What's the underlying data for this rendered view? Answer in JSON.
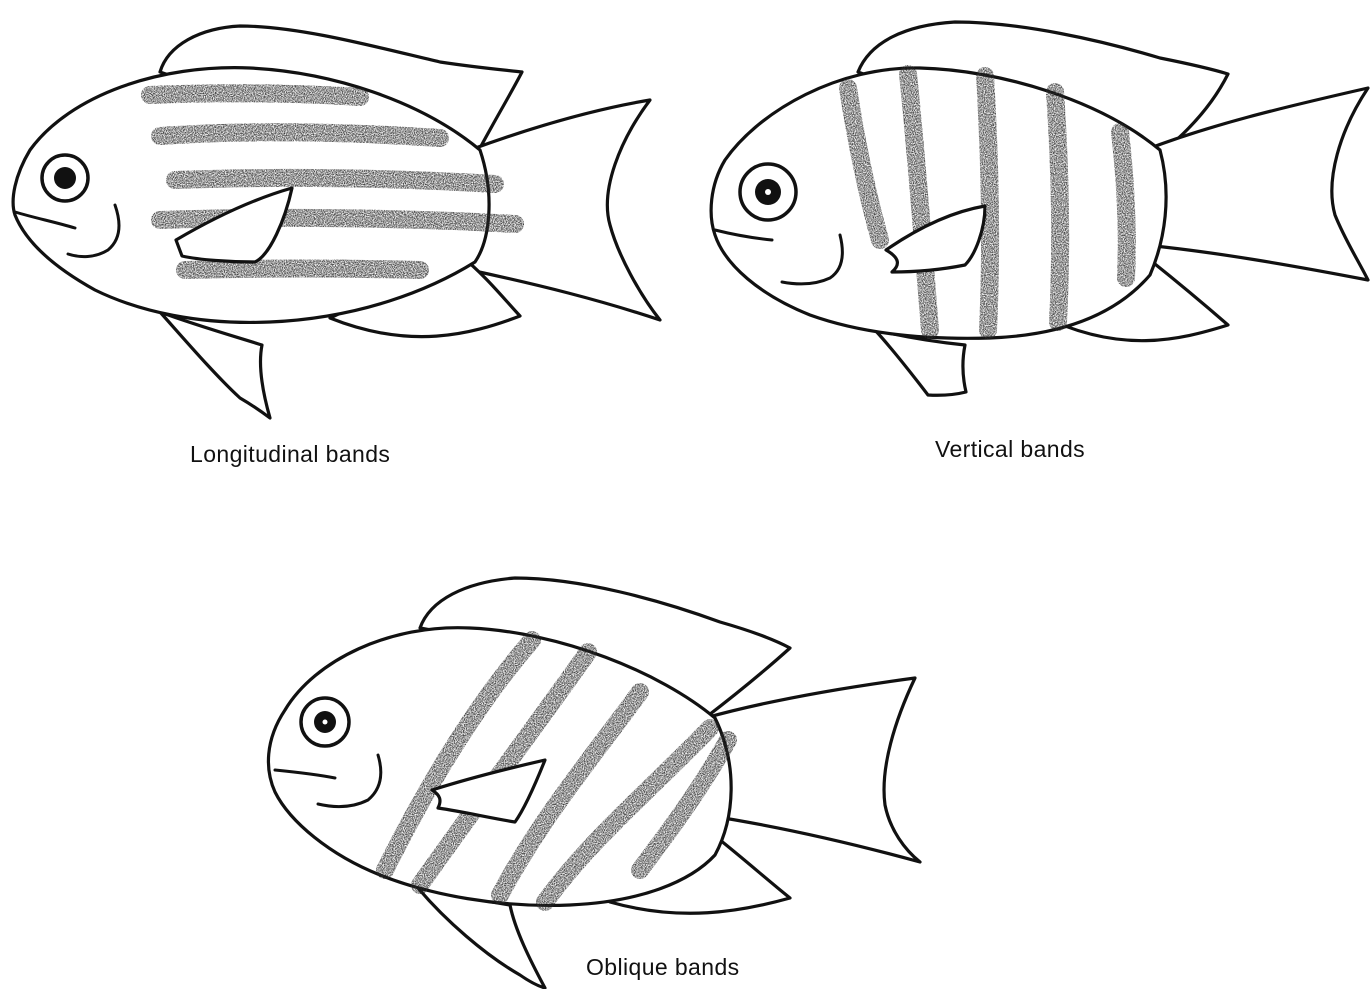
{
  "figure": {
    "colors": {
      "ink": "#111111",
      "band": "#2a2a2a",
      "background": "#ffffff"
    },
    "fish": [
      {
        "id": "longitudinal",
        "caption": "Longitudinal bands",
        "band_direction": "longitudinal",
        "band_count": 5
      },
      {
        "id": "vertical",
        "caption": "Vertical bands",
        "band_direction": "vertical",
        "band_count": 5
      },
      {
        "id": "oblique",
        "caption": "Oblique bands",
        "band_direction": "oblique",
        "band_count": 5
      }
    ]
  }
}
